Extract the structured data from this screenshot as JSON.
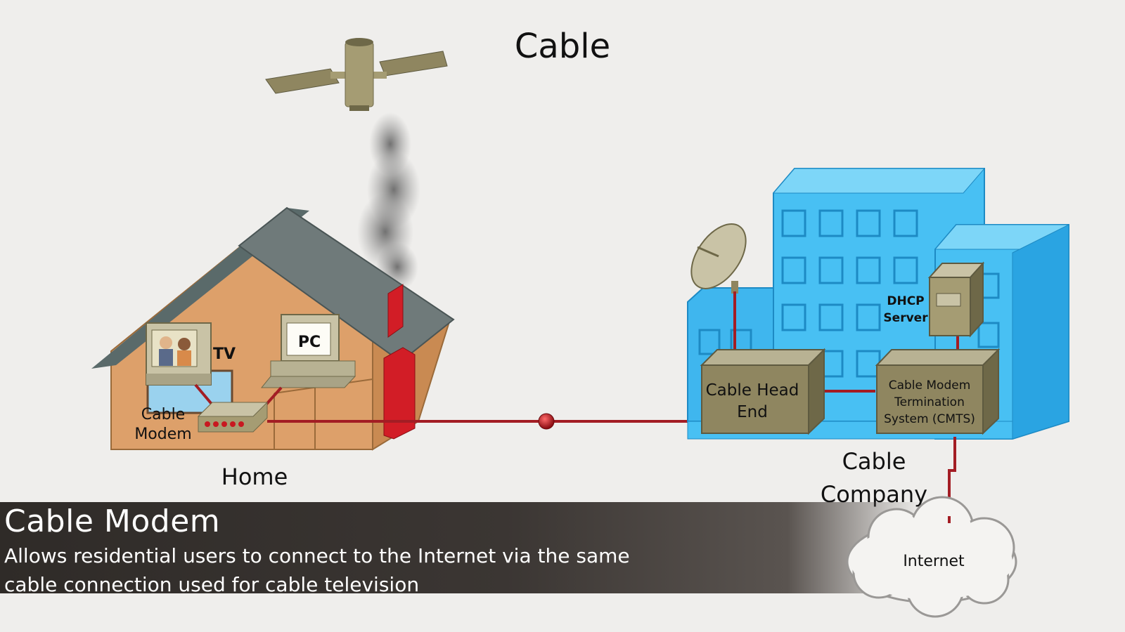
{
  "title": "Cable",
  "labels": {
    "tv": "TV",
    "pc": "PC",
    "cable_modem_line1": "Cable",
    "cable_modem_line2": "Modem",
    "home": "Home",
    "head_end_line1": "Cable Head",
    "head_end_line2": "End",
    "dhcp_line1": "DHCP",
    "dhcp_line2": "Server",
    "cmts_line1": "Cable Modem",
    "cmts_line2": "Termination",
    "cmts_line3": "System (CMTS)",
    "company_line1": "Cable",
    "company_line2": "Company",
    "internet": "Internet"
  },
  "caption": {
    "title": "Cable Modem",
    "body": "Allows residential users to connect to the Internet via the same cable connection used for cable television"
  },
  "colors": {
    "background": "#efeeec",
    "link": "#a31d24",
    "building": "#4cc0f2",
    "device": "#8f8660"
  }
}
